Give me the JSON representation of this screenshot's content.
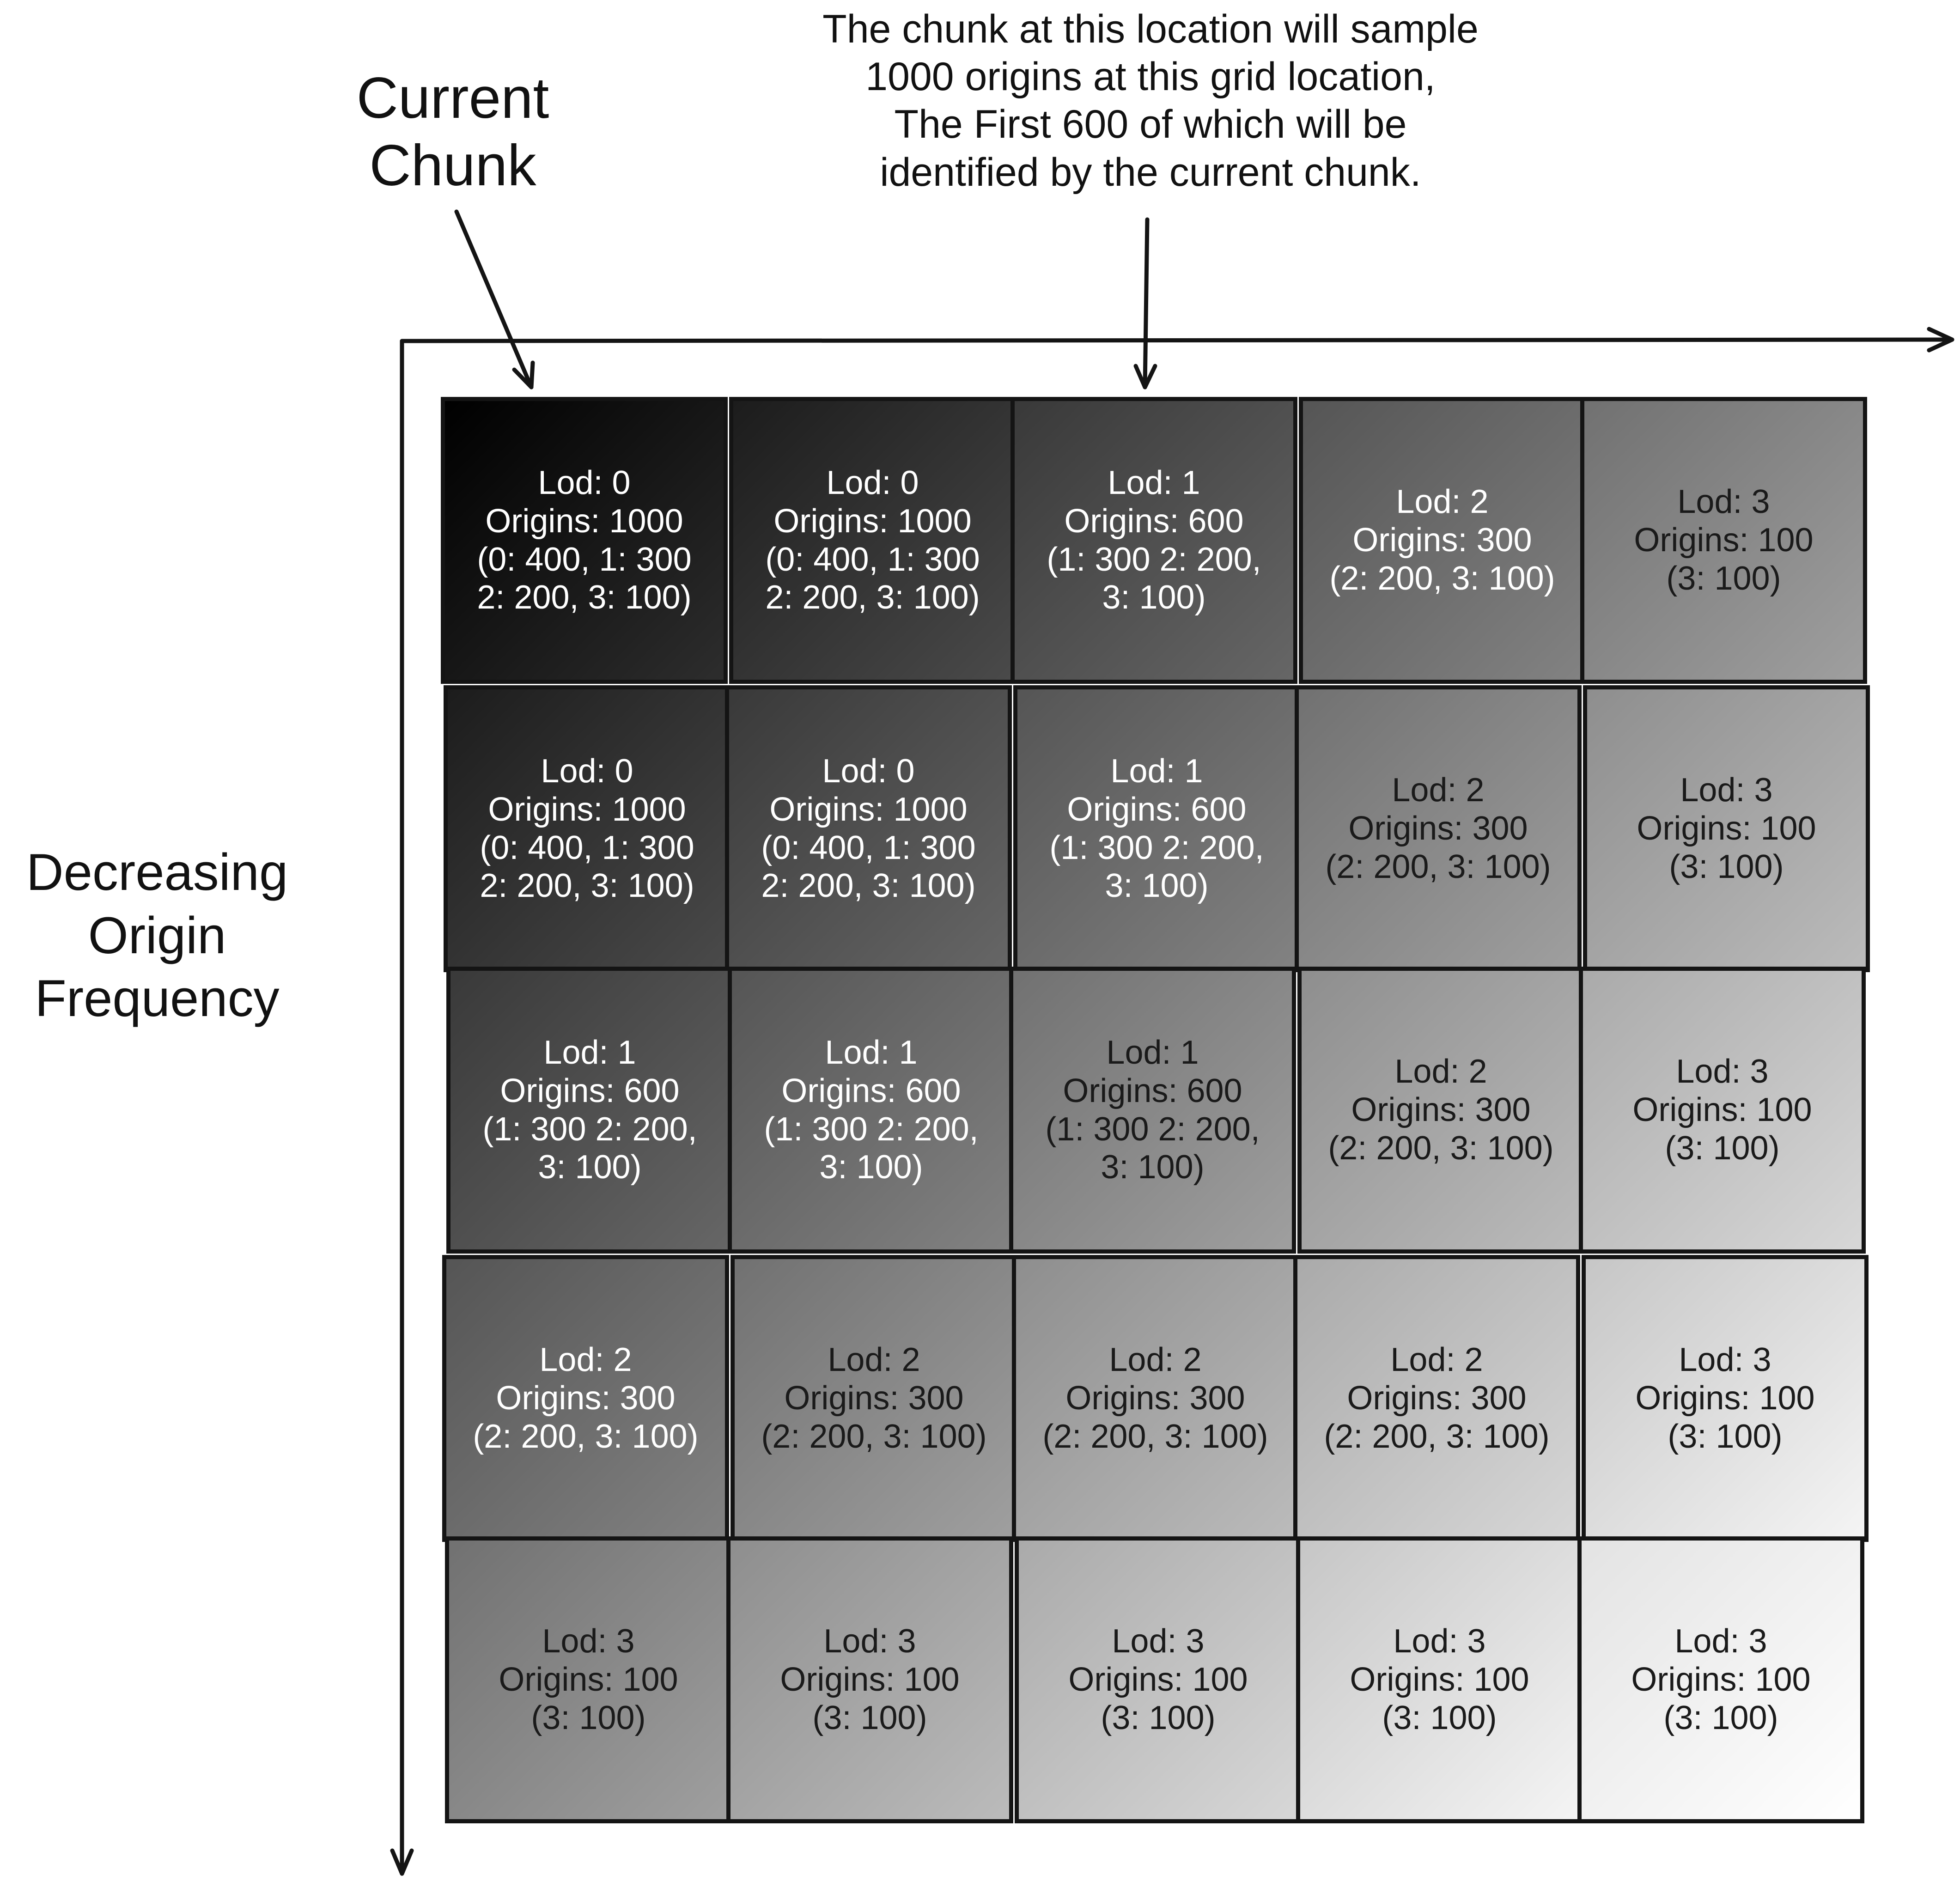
{
  "labels": {
    "current_chunk": [
      "Current",
      "Chunk"
    ],
    "annotation": [
      "The chunk at this location will sample",
      "1000 origins at this grid location,",
      "The First 600 of which will be",
      "identified by the current chunk."
    ],
    "y_axis": [
      "Decreasing",
      "Origin",
      "Frequency"
    ]
  },
  "grid": {
    "rows": [
      [
        {
          "lod": "Lod: 0",
          "origins": "Origins: 1000",
          "b1": "(0: 400, 1: 300",
          "b2": "2: 200, 3: 100)"
        },
        {
          "lod": "Lod: 0",
          "origins": "Origins: 1000",
          "b1": "(0: 400, 1: 300",
          "b2": "2: 200, 3: 100)"
        },
        {
          "lod": "Lod: 1",
          "origins": "Origins: 600",
          "b1": "(1: 300 2: 200,",
          "b2": "3: 100)"
        },
        {
          "lod": "Lod: 2",
          "origins": "Origins: 300",
          "b1": "(2: 200, 3: 100)",
          "b2": ""
        },
        {
          "lod": "Lod: 3",
          "origins": "Origins: 100",
          "b1": "(3: 100)",
          "b2": ""
        }
      ],
      [
        {
          "lod": "Lod: 0",
          "origins": "Origins: 1000",
          "b1": "(0: 400, 1: 300",
          "b2": "2: 200, 3: 100)"
        },
        {
          "lod": "Lod: 0",
          "origins": "Origins: 1000",
          "b1": "(0: 400, 1: 300",
          "b2": "2: 200, 3: 100)"
        },
        {
          "lod": "Lod: 1",
          "origins": "Origins: 600",
          "b1": "(1: 300 2: 200,",
          "b2": "3: 100)"
        },
        {
          "lod": "Lod: 2",
          "origins": "Origins: 300",
          "b1": "(2: 200, 3: 100)",
          "b2": ""
        },
        {
          "lod": "Lod: 3",
          "origins": "Origins: 100",
          "b1": "(3: 100)",
          "b2": ""
        }
      ],
      [
        {
          "lod": "Lod: 1",
          "origins": "Origins: 600",
          "b1": "(1: 300 2: 200,",
          "b2": "3: 100)"
        },
        {
          "lod": "Lod: 1",
          "origins": "Origins: 600",
          "b1": "(1: 300 2: 200,",
          "b2": "3: 100)"
        },
        {
          "lod": "Lod: 1",
          "origins": "Origins: 600",
          "b1": "(1: 300 2: 200,",
          "b2": "3: 100)"
        },
        {
          "lod": "Lod: 2",
          "origins": "Origins: 300",
          "b1": "(2: 200, 3: 100)",
          "b2": ""
        },
        {
          "lod": "Lod: 3",
          "origins": "Origins: 100",
          "b1": "(3: 100)",
          "b2": ""
        }
      ],
      [
        {
          "lod": "Lod: 2",
          "origins": "Origins: 300",
          "b1": "(2: 200, 3: 100)",
          "b2": ""
        },
        {
          "lod": "Lod: 2",
          "origins": "Origins: 300",
          "b1": "(2: 200, 3: 100)",
          "b2": ""
        },
        {
          "lod": "Lod: 2",
          "origins": "Origins: 300",
          "b1": "(2: 200, 3: 100)",
          "b2": ""
        },
        {
          "lod": "Lod: 2",
          "origins": "Origins: 300",
          "b1": "(2: 200, 3: 100)",
          "b2": ""
        },
        {
          "lod": "Lod: 3",
          "origins": "Origins: 100",
          "b1": "(3: 100)",
          "b2": ""
        }
      ],
      [
        {
          "lod": "Lod: 3",
          "origins": "Origins: 100",
          "b1": "(3: 100)",
          "b2": ""
        },
        {
          "lod": "Lod: 3",
          "origins": "Origins: 100",
          "b1": "(3: 100)",
          "b2": ""
        },
        {
          "lod": "Lod: 3",
          "origins": "Origins: 100",
          "b1": "(3: 100)",
          "b2": ""
        },
        {
          "lod": "Lod: 3",
          "origins": "Origins: 100",
          "b1": "(3: 100)",
          "b2": ""
        },
        {
          "lod": "Lod: 3",
          "origins": "Origins: 100",
          "b1": "(3: 100)",
          "b2": ""
        }
      ]
    ]
  },
  "colors": {
    "darkest": "#000000",
    "lightest": "#ffffff",
    "text_light": "#ffffff",
    "text_dark": "#1a1a1a",
    "line": "#141414"
  }
}
